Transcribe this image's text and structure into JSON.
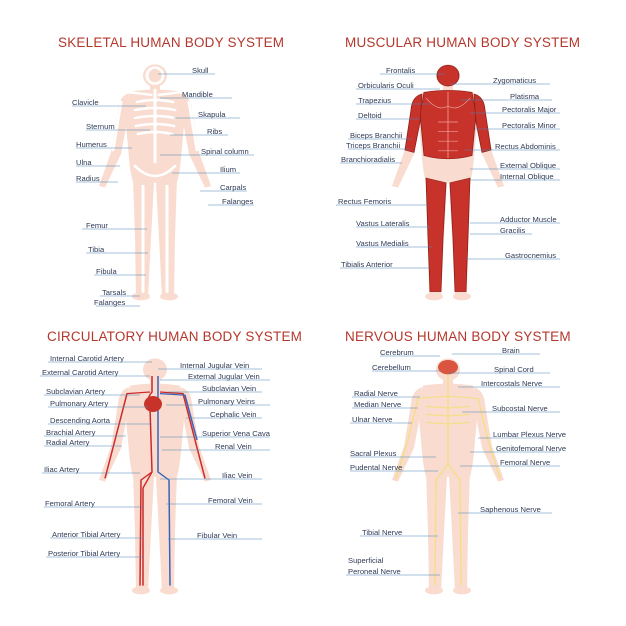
{
  "panels": {
    "skeletal": {
      "title": "SKELETAL HUMAN BODY SYSTEM",
      "labels": [
        "Skull",
        "Mandible",
        "Clavicle",
        "Skapula",
        "Sternum",
        "Ribs",
        "Humerus",
        "Spinal column",
        "Ulna",
        "Ilium",
        "Radius",
        "Carpals",
        "Falanges",
        "Femur",
        "Tibia",
        "Fibula",
        "Tarsals",
        "Falanges"
      ]
    },
    "muscular": {
      "title": "MUSCULAR HUMAN BODY SYSTEM",
      "labels": [
        "Frontalis",
        "Zygomaticus",
        "Orbicularis Oculi",
        "Platisma",
        "Trapezius",
        "Pectoralis Major",
        "Deltoid",
        "Pectoralis Minor",
        "Biceps Branchii",
        "Triceps Branchii",
        "Rectus Abdominis",
        "Branchioradialis",
        "External Oblique",
        "Internal Oblique",
        "Rectus Femoris",
        "Adductor Muscle",
        "Vastus Lateralis",
        "Gracilis",
        "Vastus Medialis",
        "Gastrocnemius",
        "Tibialis Anterior"
      ]
    },
    "circulatory": {
      "title": "CIRCULATORY HUMAN BODY SYSTEM",
      "labels": [
        "Internal Carotid Artery",
        "Internal Jugular Vein",
        "External Carotid Artery",
        "External Jugular Vein",
        "Subclavian Artery",
        "Subclavian Vein",
        "Pulmonary Artery",
        "Pulmonary Veins",
        "Cephalic Vein",
        "Descending Aorta",
        "Brachial Artery",
        "Superior Vena Cava",
        "Radial Artery",
        "Renal Vein",
        "Iliac Artery",
        "Iliac Vein",
        "Femoral Artery",
        "Femoral Vein",
        "Anterior Tibial Artery",
        "Fibular Vein",
        "Posterior Tibial Artery"
      ]
    },
    "nervous": {
      "title": "NERVOUS HUMAN BODY SYSTEM",
      "labels": [
        "Cerebrum",
        "Brain",
        "Cerebellum",
        "Spinal Cord",
        "Intercostals Nerve",
        "Radial Nerve",
        "Median Nerve",
        "Subcostal Nerve",
        "Ulnar Nerve",
        "Lumbar Plexus Nerve",
        "Sacral Plexus",
        "Genitofemoral Nerve",
        "Pudental Nerve",
        "Femoral Nerve",
        "Saphenous Nerve",
        "Tibial Nerve",
        "Superficial",
        "Peroneal Nerve"
      ]
    }
  },
  "colors": {
    "title": "#b5372c",
    "label": "#2f3b57",
    "leader": "#4a86b8",
    "body": "#f8d3c2",
    "muscle": "#c7332b",
    "artery": "#cc2a2a",
    "vein": "#3a63b8",
    "nerve": "#f2e07a"
  }
}
